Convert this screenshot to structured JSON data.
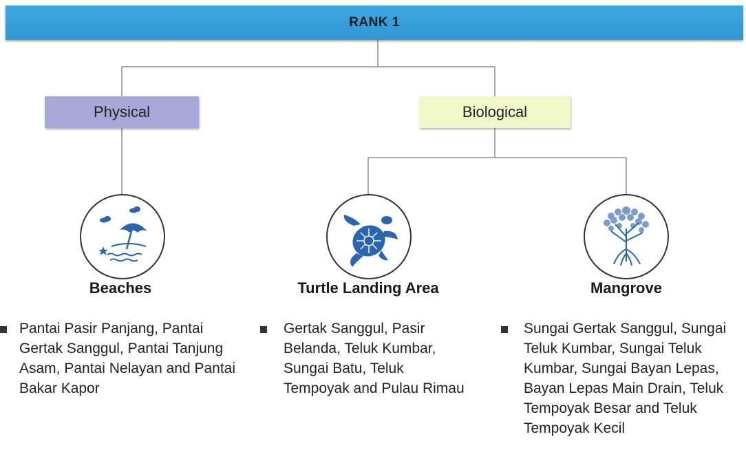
{
  "rank": {
    "label": "RANK 1"
  },
  "categories": {
    "physical": "Physical",
    "biological": "Biological"
  },
  "habitats": [
    {
      "title": "Beaches",
      "icon": "beach-umbrella-icon",
      "sites": "Pantai Pasir Panjang, Pantai Gertak Sanggul, Pantai Tanjung Asam, Pantai Nelayan and Pantai Bakar Kapor"
    },
    {
      "title": "Turtle Landing Area",
      "icon": "turtle-icon",
      "sites": "Gertak Sanggul, Pasir Belanda, Teluk Kumbar, Sungai Batu, Teluk Tempoyak and Pulau Rimau"
    },
    {
      "title": "Mangrove",
      "icon": "mangrove-tree-icon",
      "sites": "Sungai Gertak Sanggul, Sungai Teluk Kumbar, Sungai Teluk Kumbar, Sungai Bayan Lepas, Bayan Lepas Main Drain, Teluk Tempoyak Besar and Teluk Tempoyak Kecil"
    }
  ],
  "colors": {
    "rank_bar": "#3ea8e0",
    "physical": "#a6a8d8",
    "biological": "#f1f7c8",
    "icon_blue": "#2a66b0"
  }
}
